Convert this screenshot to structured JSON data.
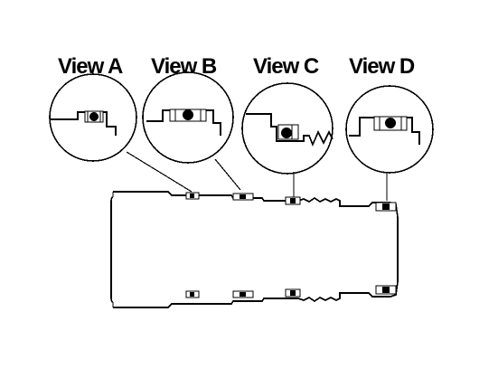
{
  "diagram": {
    "labels": {
      "view_a": "View A",
      "view_b": "View B",
      "view_c": "View C",
      "view_d": "View D"
    }
  }
}
